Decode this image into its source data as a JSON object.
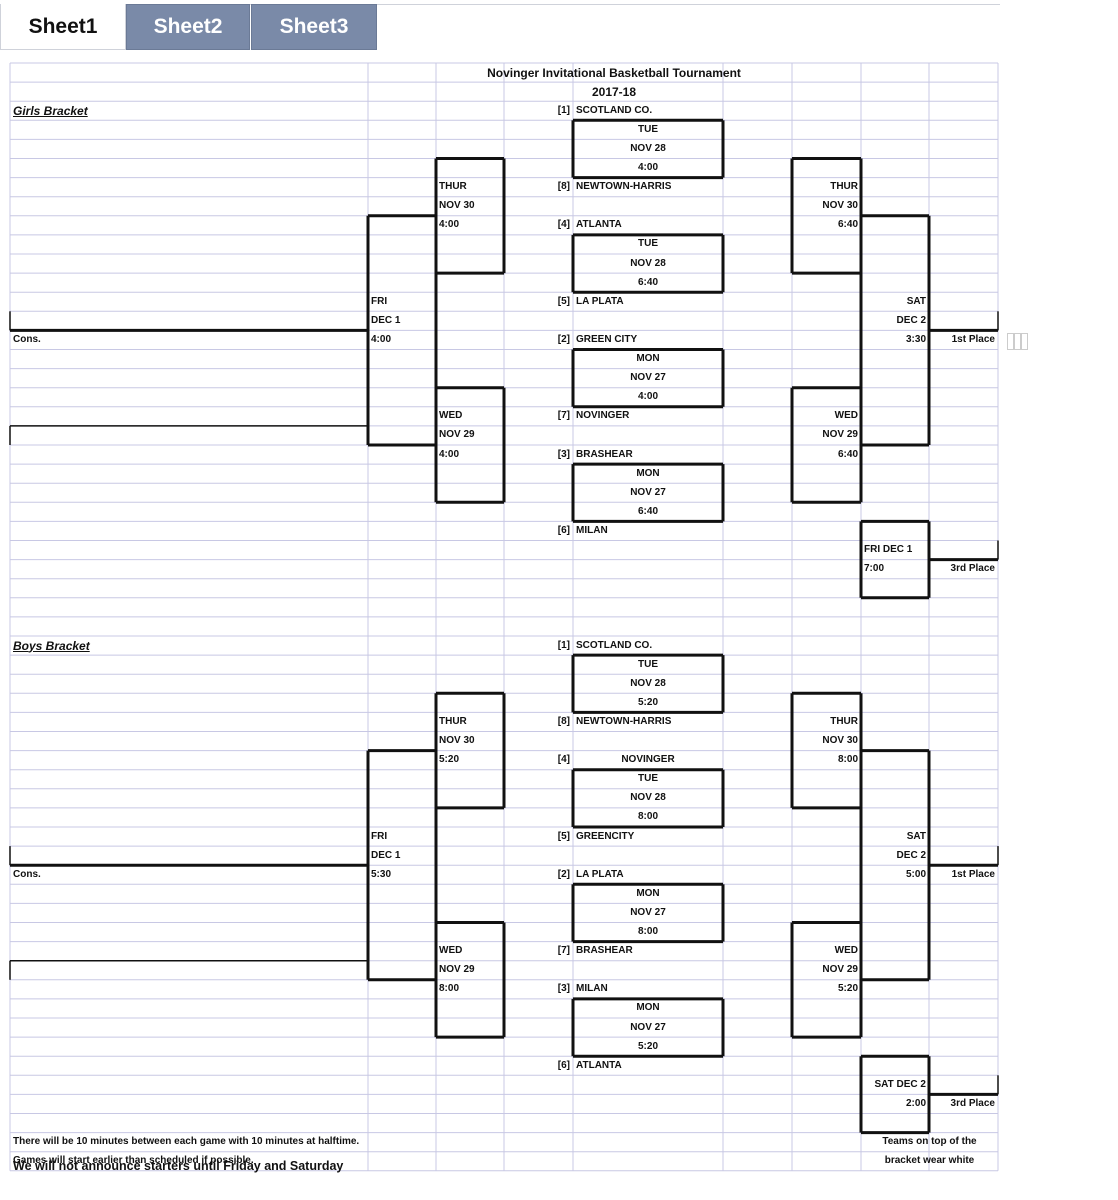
{
  "tabs": [
    "Sheet1",
    "Sheet2",
    "Sheet3"
  ],
  "header": {
    "title": "Novinger Invitational Basketball Tournament",
    "season": "2017-18"
  },
  "girls": {
    "label": "Girls Bracket",
    "seed1": "[1]",
    "team1": "SCOTLAND CO.",
    "g1": [
      "TUE",
      "NOV 28",
      "4:00"
    ],
    "seed8": "[8]",
    "team8": "NEWTOWN-HARRIS",
    "seed4": "[4]",
    "team4": "ATLANTA",
    "g2": [
      "TUE",
      "NOV 28",
      "6:40"
    ],
    "seed5": "[5]",
    "team5": "LA PLATA",
    "seed2": "[2]",
    "team2": "GREEN CITY",
    "g3": [
      "MON",
      "NOV 27",
      "4:00"
    ],
    "seed7": "[7]",
    "team7": "NOVINGER",
    "seed3": "[3]",
    "team3": "BRASHEAR",
    "g4": [
      "MON",
      "NOV 27",
      "6:40"
    ],
    "seed6": "[6]",
    "team6": "MILAN",
    "semiTopL": [
      "THUR",
      "NOV 30",
      "4:00"
    ],
    "semiTopR": [
      "THUR",
      "NOV 30",
      "6:40"
    ],
    "semiBotL": [
      "WED",
      "NOV 29",
      "4:00"
    ],
    "semiBotR": [
      "WED",
      "NOV 29",
      "6:40"
    ],
    "consL": [
      "FRI",
      "DEC 1",
      "4:00"
    ],
    "final": [
      "SAT",
      "DEC 2",
      "3:30"
    ],
    "cons": "Cons.",
    "first": "1st Place",
    "third": [
      "FRI DEC 1",
      "7:00"
    ],
    "thirdLabel": "3rd Place"
  },
  "boys": {
    "label": "Boys Bracket",
    "seed1": "[1]",
    "team1": "SCOTLAND CO.",
    "g1": [
      "TUE",
      "NOV 28",
      "5:20"
    ],
    "seed8": "[8]",
    "team8": "NEWTOWN-HARRIS",
    "seed4": "[4]",
    "team4": "NOVINGER",
    "g2": [
      "TUE",
      "NOV 28",
      "8:00"
    ],
    "seed5": "[5]",
    "team5": "GREENCITY",
    "seed2": "[2]",
    "team2": "LA PLATA",
    "g3": [
      "MON",
      "NOV 27",
      "8:00"
    ],
    "seed7": "[7]",
    "team7": "BRASHEAR",
    "seed3": "[3]",
    "team3": "MILAN",
    "g4": [
      "MON",
      "NOV 27",
      "5:20"
    ],
    "seed6": "[6]",
    "team6": "ATLANTA",
    "semiTopL": [
      "THUR",
      "NOV 30",
      "5:20"
    ],
    "semiTopR": [
      "THUR",
      "NOV 30",
      "8:00"
    ],
    "semiBotL": [
      "WED",
      "NOV 29",
      "8:00"
    ],
    "semiBotR": [
      "WED",
      "NOV 29",
      "5:20"
    ],
    "consL": [
      "FRI",
      "DEC 1",
      "5:30"
    ],
    "final": [
      "SAT",
      "DEC 2",
      "5:00"
    ],
    "cons": "Cons.",
    "first": "1st Place",
    "third": [
      "SAT DEC 2",
      "2:00"
    ],
    "thirdLabel": "3rd Place"
  },
  "notes": {
    "line1": "There will be 10 minutes between each game with 10 minutes at halftime.",
    "line2": "Games will start earlier than scheduled if possible.",
    "line3": "We will not announce starters until Friday and Saturday",
    "right1": "Teams on top of the",
    "right2": "bracket wear white"
  }
}
